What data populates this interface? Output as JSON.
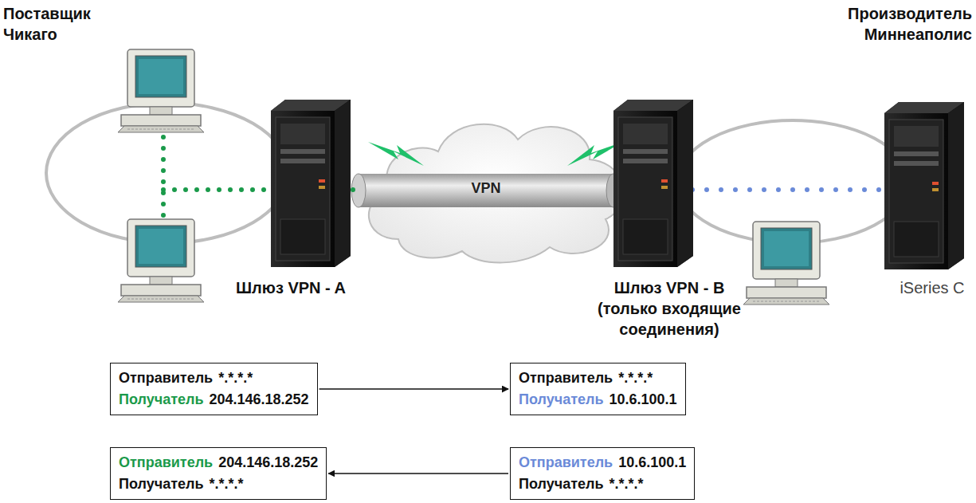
{
  "diagram": {
    "nodes": [
      {
        "text": [
          "Отправитель",
          "*.*.*.*",
          "Получатель",
          "204.146.18.252"
        ]
      },
      {
        "text": [
          "Отправитель",
          "*.*.*.*",
          "Получатель",
          "10.6.100.1"
        ]
      },
      {
        "text": [
          "Отправитель",
          "204.146.18.252",
          "Получатель",
          "*.*.*.*"
        ]
      },
      {
        "text": [
          "Отправитель",
          "10.6.100.1",
          "Получатель",
          "*.*.*.*"
        ]
      }
    ],
    "edges": [
      {
        "from": 0,
        "to": 1,
        "arrow": "to"
      },
      {
        "from": 3,
        "to": 2,
        "arrow": "to"
      }
    ],
    "labels": [
      "Поставщик Чикаго",
      "Производитель Миннеаполис",
      "VPN",
      "Шлюз VPN - A",
      "Шлюз VPN - B",
      "(только входящие соединения)",
      "iSeries C"
    ]
  }
}
